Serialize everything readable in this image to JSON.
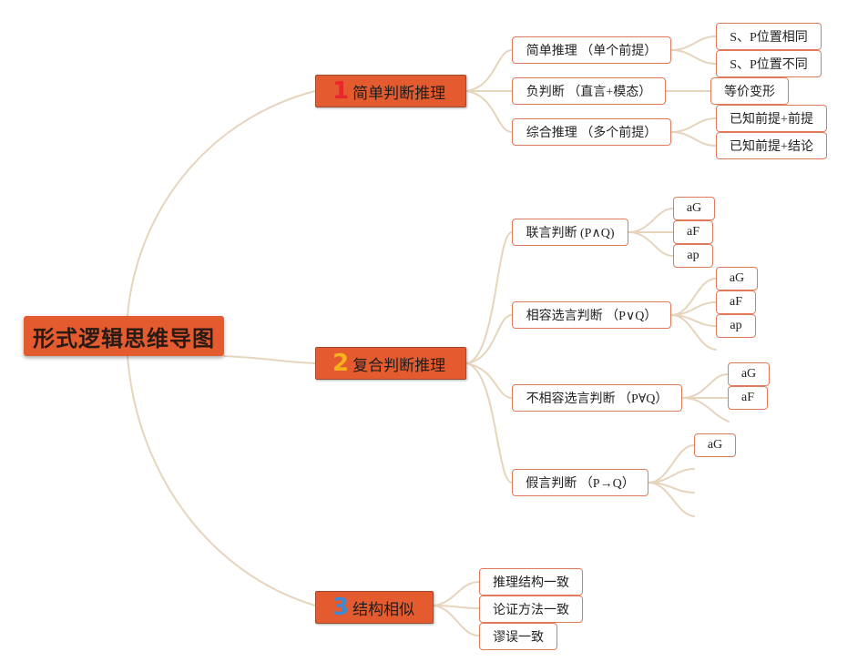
{
  "root": {
    "label": "形式逻辑思维导图"
  },
  "colors": {
    "num1": "#e8262c",
    "num2": "#f5b21a",
    "num3": "#3a8ad6",
    "line": "#e6d4bd",
    "accent": "#e35b2e"
  },
  "branches": [
    {
      "number": "1",
      "label": "简单判断推理",
      "children": [
        {
          "label": "简单推理 （单个前提）",
          "children": [
            "S、P位置相同",
            "S、P位置不同"
          ]
        },
        {
          "label": "负判断 （直言+模态）",
          "children": [
            "等价变形"
          ]
        },
        {
          "label": "综合推理 （多个前提）",
          "children": [
            "已知前提+前提",
            "已知前提+结论"
          ]
        }
      ]
    },
    {
      "number": "2",
      "label": "复合判断推理",
      "children": [
        {
          "label": "联言判断 (P∧Q)",
          "children": [
            "aG",
            "aF",
            "ap"
          ]
        },
        {
          "label": "相容选言判断 （P∨Q）",
          "children": [
            "aG",
            "aF",
            "ap"
          ]
        },
        {
          "label": "不相容选言判断 （P∀Q）",
          "children": [
            "aG",
            "aF"
          ]
        },
        {
          "label": "假言判断 （P→Q）",
          "children": [
            "aG"
          ]
        }
      ]
    },
    {
      "number": "3",
      "label": "结构相似",
      "children": [
        {
          "label": "推理结构一致"
        },
        {
          "label": "论证方法一致"
        },
        {
          "label": "谬误一致"
        }
      ]
    }
  ]
}
